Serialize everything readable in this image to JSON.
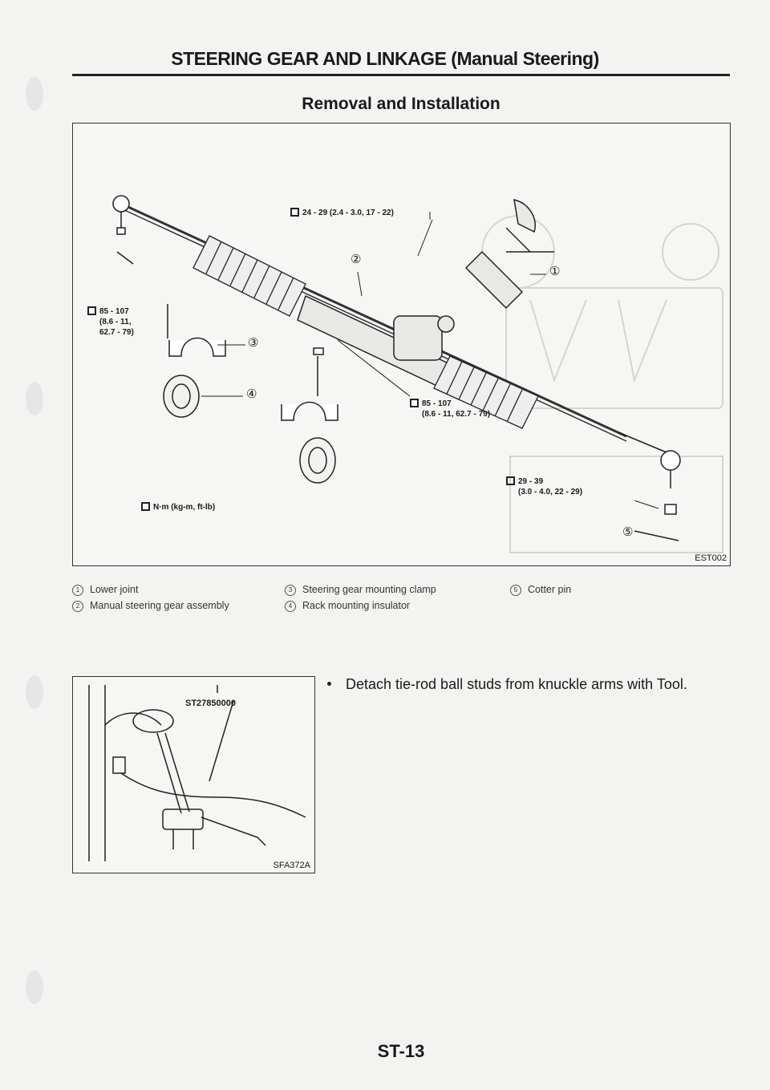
{
  "header": {
    "section_title": "STEERING GEAR AND LINKAGE (Manual Steering)"
  },
  "subtitle": "Removal and Installation",
  "figure1": {
    "code": "EST002",
    "torque_top": "24 - 29 (2.4 - 3.0, 17 - 22)",
    "torque_left_line1": "85 - 107",
    "torque_left_line2": "(8.6 - 11,",
    "torque_left_line3": "62.7 - 79)",
    "torque_center_line1": "85 - 107",
    "torque_center_line2": "(8.6 - 11, 62.7 - 79)",
    "torque_right_line1": "29 - 39",
    "torque_right_line2": "(3.0 - 4.0, 22 - 29)",
    "units_label": "N·m (kg-m, ft-lb)",
    "callouts": [
      "①",
      "②",
      "③",
      "④",
      "⑤"
    ]
  },
  "legend": [
    {
      "num": "1",
      "text": "Lower joint"
    },
    {
      "num": "2",
      "text": "Manual steering gear assembly"
    },
    {
      "num": "3",
      "text": "Steering gear mounting clamp"
    },
    {
      "num": "4",
      "text": "Rack mounting insulator"
    },
    {
      "num": "5",
      "text": "Cotter pin"
    }
  ],
  "figure2": {
    "code": "SFA372A",
    "tool_label": "ST27850000"
  },
  "instruction": "Detach tie-rod ball studs from knuckle arms with Tool.",
  "page_number": "ST-13"
}
